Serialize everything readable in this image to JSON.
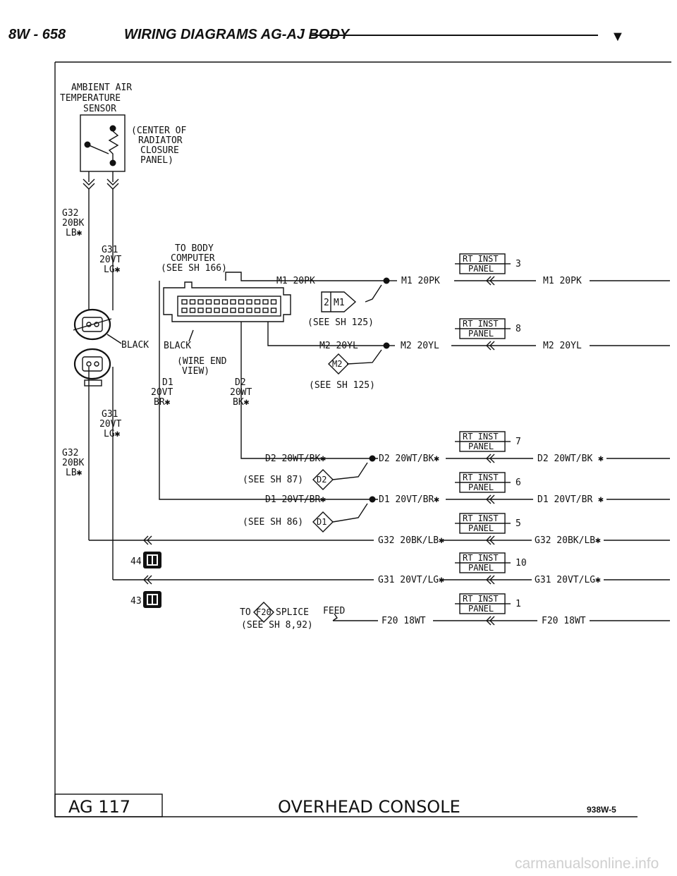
{
  "header": {
    "page": "8W - 658",
    "title": "WIRING DIAGRAMS AG-AJ BODY",
    "marker": "▼"
  },
  "sensor": {
    "title_lines": [
      "AMBIENT AIR",
      "TEMPERATURE",
      "SENSOR"
    ],
    "location_lines": [
      "(CENTER OF",
      "RADIATOR",
      "CLOSURE",
      "PANEL)"
    ]
  },
  "left_wires": {
    "g32_top": [
      "G32",
      "20BK",
      "LB✱"
    ],
    "g31_top": [
      "G31",
      "20VT",
      "LG✱"
    ],
    "g31_bot": [
      "G31",
      "20VT",
      "LG✱"
    ],
    "g32_bot": [
      "G32",
      "20BK",
      "LB✱"
    ],
    "black_1": "BLACK",
    "black_2": "BLACK"
  },
  "body_computer": {
    "to_lines": [
      "TO BODY",
      "COMPUTER",
      "(SEE SH 166)"
    ],
    "view_lines": [
      "(WIRE END",
      "VIEW)"
    ],
    "d1": [
      "D1",
      "20VT",
      "BR✱"
    ],
    "d2": [
      "D2",
      "20WT",
      "BK✱"
    ]
  },
  "connector": {
    "line1": "RT INST",
    "line2": "PANEL"
  },
  "circuits": [
    {
      "pin": "3",
      "left": "M1 20PK",
      "mid": "M1 20PK",
      "right": "M1 20PK"
    },
    {
      "pin": "8",
      "left": "M2 20YL",
      "mid": "M2 20YL",
      "right": "M2 20YL"
    },
    {
      "pin": "7",
      "left": "D2 20WT/BK✱",
      "mid": "D2 20WT/BK✱",
      "right": "D2 20WT/BK ✱"
    },
    {
      "pin": "6",
      "left": "D1 20VT/BR✱",
      "mid": "D1 20VT/BR✱",
      "right": "D1 20VT/BR ✱"
    },
    {
      "pin": "5",
      "mid": "G32 20BK/LB✱",
      "right": "G32 20BK/LB✱"
    },
    {
      "pin": "10",
      "mid": "G31 20VT/LG✱",
      "right": "G31 20VT/LG✱"
    },
    {
      "pin": "1",
      "mid": "F20 18WT",
      "right": "F20 18WT"
    }
  ],
  "splices": [
    {
      "id": "M1",
      "num": "2",
      "ref": "(SEE SH 125)"
    },
    {
      "id": "M2",
      "ref": "(SEE SH 125)"
    },
    {
      "id": "D2",
      "ref": "(SEE SH 87)"
    },
    {
      "id": "D1",
      "ref": "(SEE SH 86)"
    }
  ],
  "grounds": [
    {
      "num": "44"
    },
    {
      "num": "43"
    }
  ],
  "feed": {
    "to": "TO",
    "id": "F20",
    "splice": "SPLICE",
    "feed": "FEED",
    "ref": "(SEE SH 8,92)"
  },
  "footer": {
    "code": "AG 117",
    "title": "OVERHEAD CONSOLE",
    "figure": "938W-5"
  },
  "watermark": "carmanualsonline.info"
}
